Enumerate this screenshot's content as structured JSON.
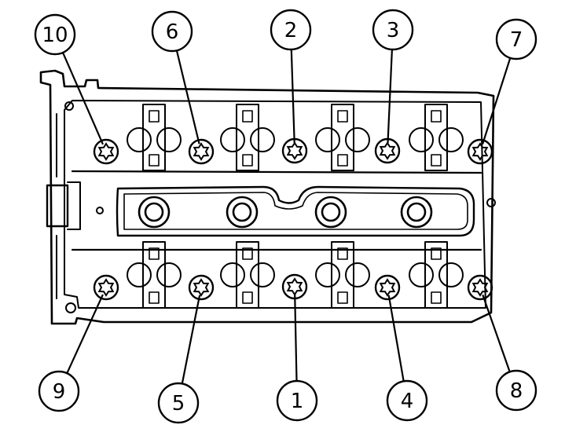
{
  "diagram": {
    "colors": {
      "stroke": "#000000",
      "background": "#ffffff"
    },
    "callouts": [
      {
        "label": "1",
        "bolt": "bolt-1"
      },
      {
        "label": "2",
        "bolt": "bolt-2"
      },
      {
        "label": "3",
        "bolt": "bolt-3"
      },
      {
        "label": "4",
        "bolt": "bolt-4"
      },
      {
        "label": "5",
        "bolt": "bolt-5"
      },
      {
        "label": "6",
        "bolt": "bolt-6"
      },
      {
        "label": "7",
        "bolt": "bolt-7"
      },
      {
        "label": "8",
        "bolt": "bolt-8"
      },
      {
        "label": "9",
        "bolt": "bolt-9"
      },
      {
        "label": "10",
        "bolt": "bolt-10"
      }
    ]
  }
}
